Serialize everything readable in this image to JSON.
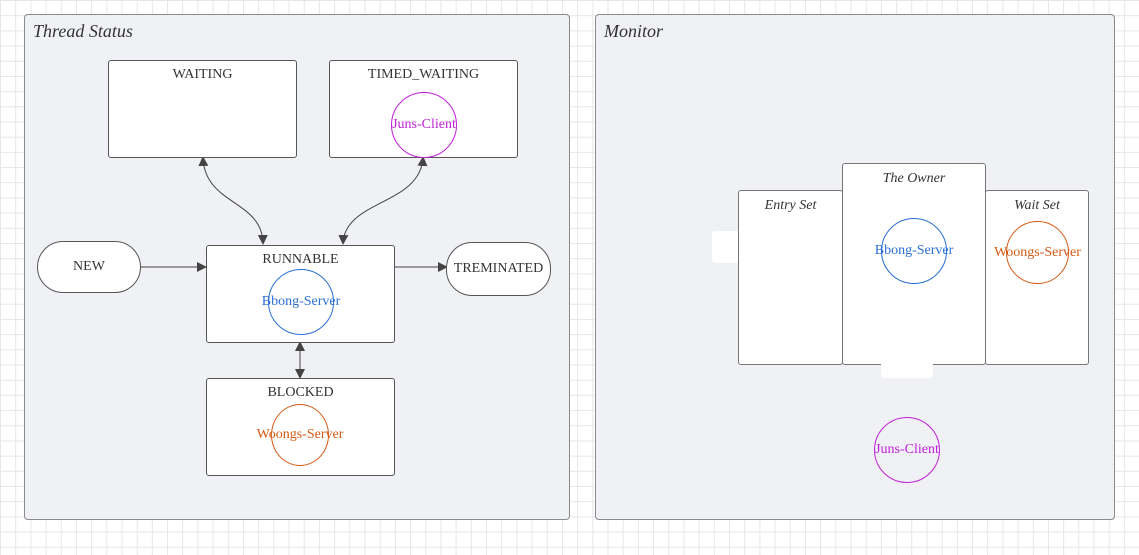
{
  "thread_status": {
    "title": "Thread Status",
    "states": {
      "waiting": "WAITING",
      "timed_waiting": "TIMED_WAITING",
      "new": "NEW",
      "runnable": "RUNNABLE",
      "terminated": "TREMINATED",
      "blocked": "BLOCKED"
    },
    "threads": {
      "timed_waiting": "Juns-Client",
      "runnable": "Bbong-Server",
      "blocked": "Woongs-Server"
    }
  },
  "monitor": {
    "title": "Monitor",
    "sets": {
      "entry": "Entry Set",
      "owner": "The Owner",
      "wait": "Wait Set"
    },
    "threads": {
      "owner": "Bbong-Server",
      "wait": "Woongs-Server",
      "outside": "Juns-Client"
    }
  },
  "colors": {
    "juns": "#c020d8",
    "bbong": "#2a6fd6",
    "woongs": "#d45a14"
  }
}
